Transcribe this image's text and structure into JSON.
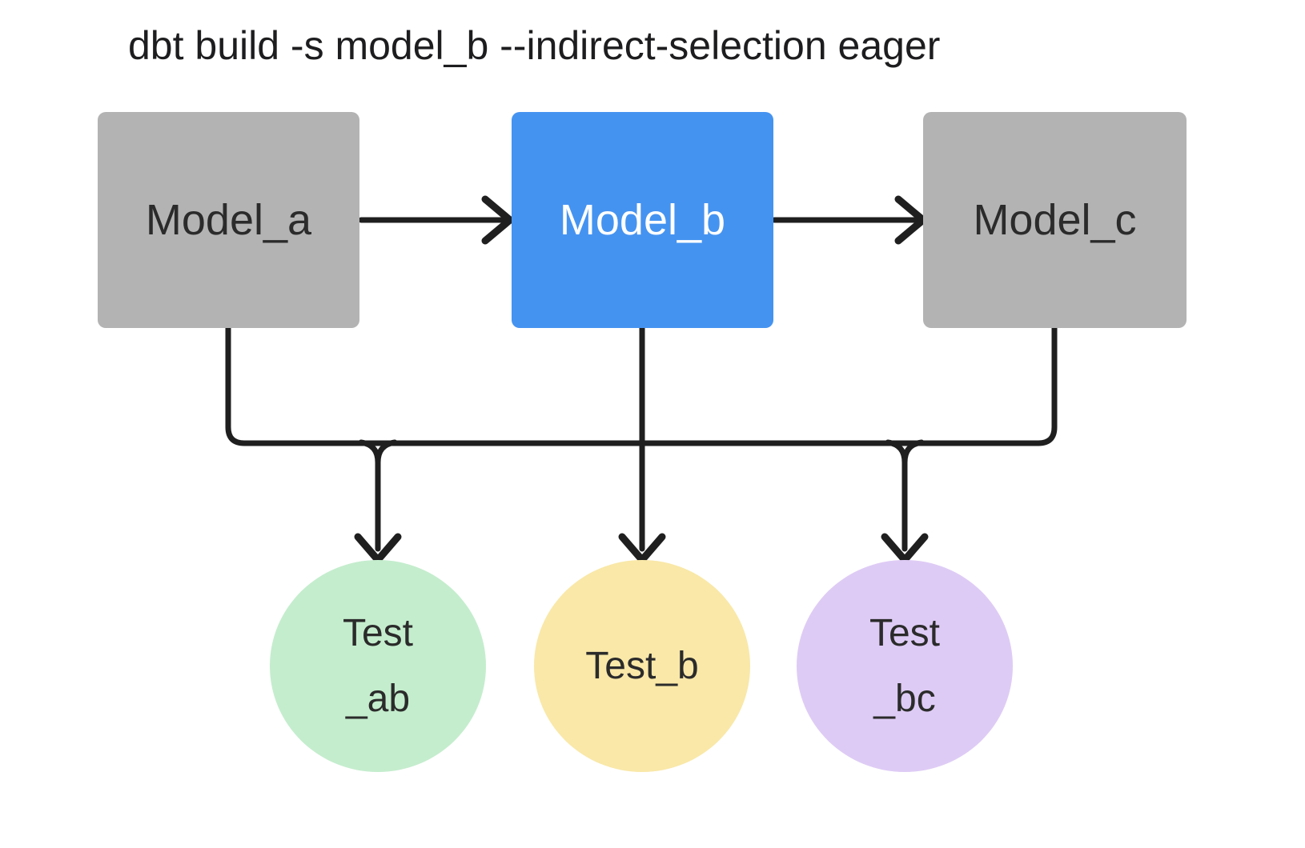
{
  "title": "dbt build -s model_b --indirect-selection eager",
  "models": [
    {
      "id": "model_a",
      "label": "Model_a",
      "state": "default"
    },
    {
      "id": "model_b",
      "label": "Model_b",
      "state": "selected"
    },
    {
      "id": "model_c",
      "label": "Model_c",
      "state": "default"
    }
  ],
  "tests": [
    {
      "id": "test_ab",
      "line1": "Test",
      "line2": "_ab"
    },
    {
      "id": "test_b",
      "line1": "Test_b"
    },
    {
      "id": "test_bc",
      "line1": "Test",
      "line2": "_bc"
    }
  ],
  "edges": [
    "model_a -> model_b",
    "model_b -> model_c",
    "model_a -> test_ab",
    "model_b -> test_ab",
    "model_b -> test_b",
    "model_b -> test_bc",
    "model_c -> test_bc"
  ],
  "colors": {
    "model_default": "#b3b3b3",
    "model_selected": "#4593f1",
    "test_ab": "#c4edcd",
    "test_b": "#f9e8a8",
    "test_bc": "#decbf5",
    "edge": "#1f1f1f",
    "text_dark": "#2b2b2b",
    "text_light": "#ffffff",
    "background": "#ffffff"
  }
}
